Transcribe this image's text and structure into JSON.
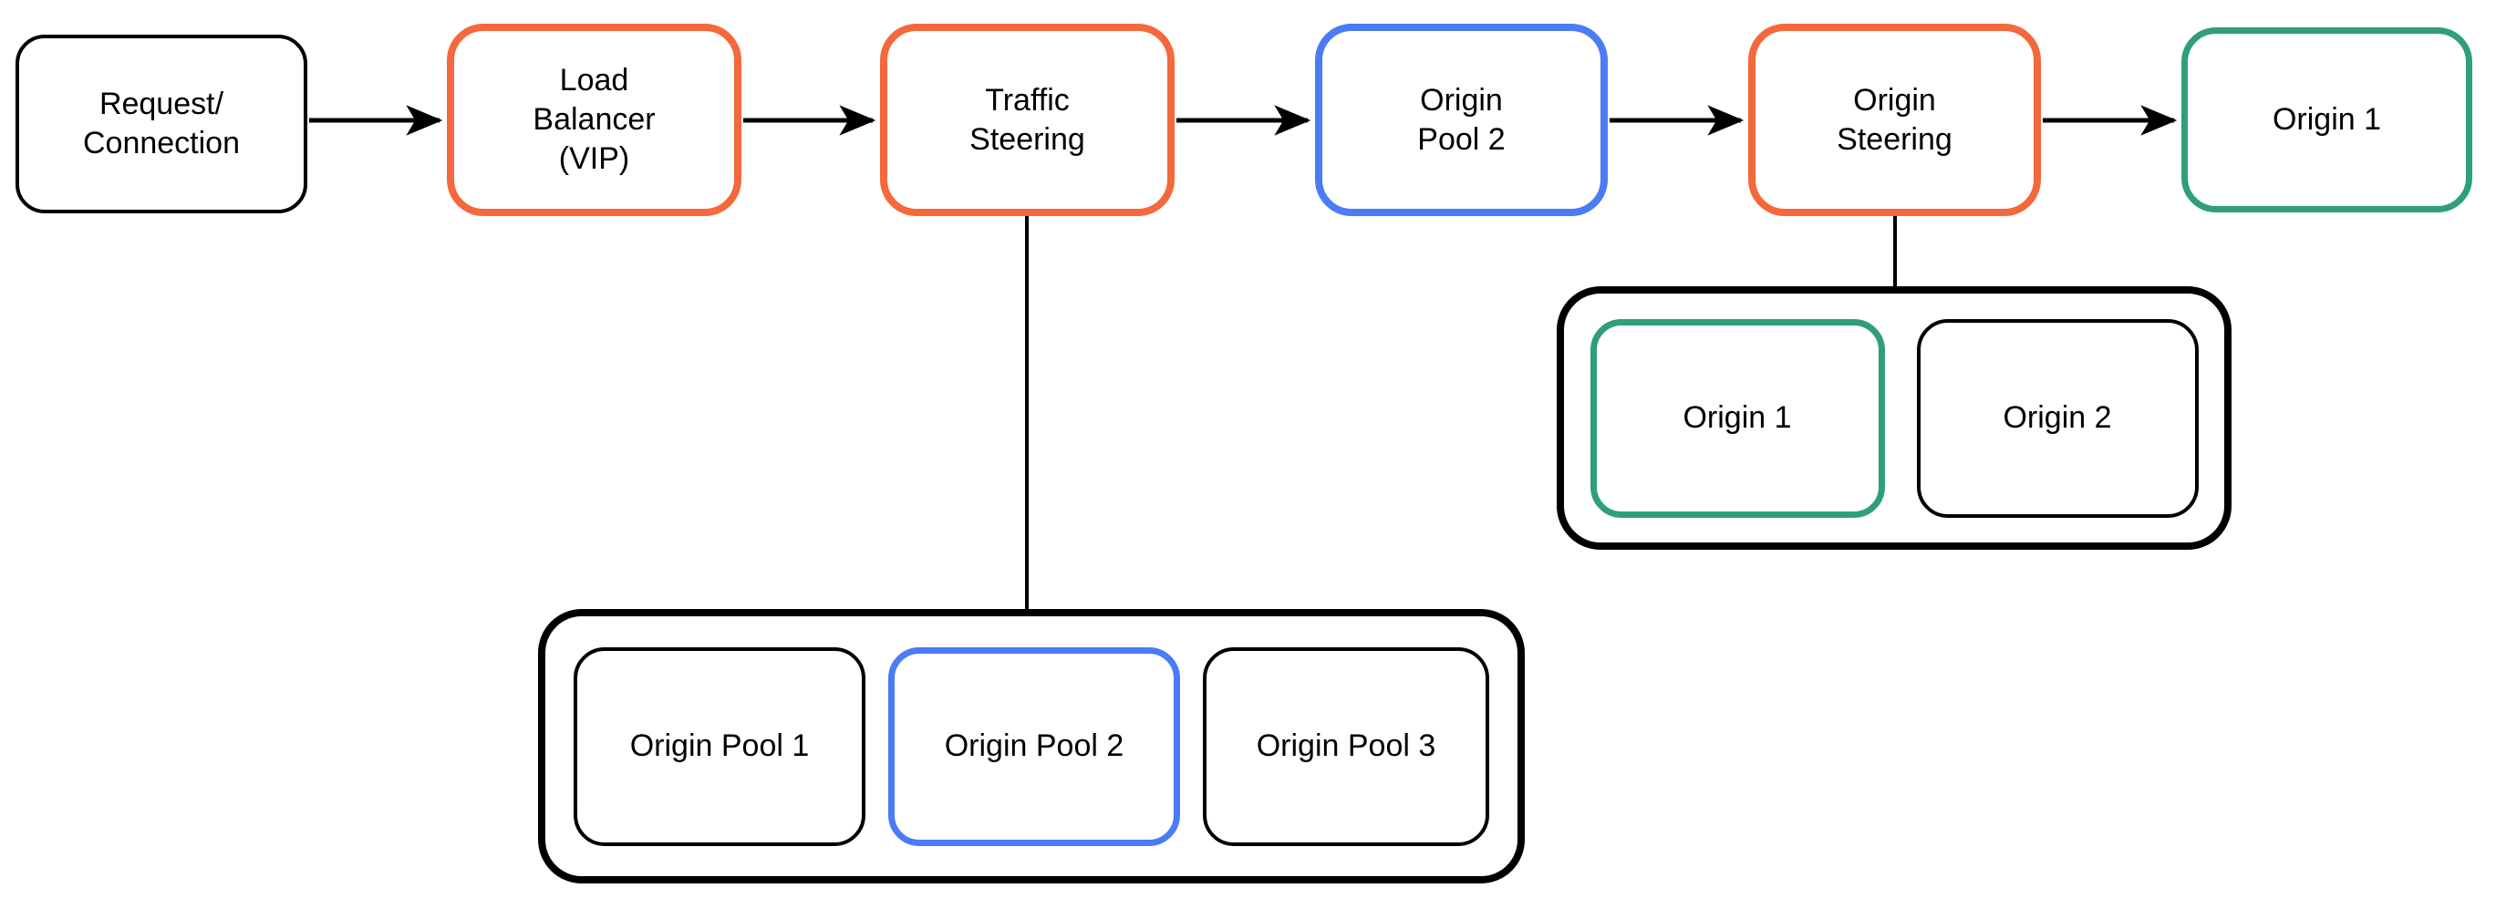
{
  "colors": {
    "accent_orange": "#f4683c",
    "accent_blue": "#4b7bf5",
    "accent_green": "#2f9e7d",
    "line_black": "#000000",
    "background": "#ffffff"
  },
  "nodes": {
    "request_connection": {
      "label": "Request/\nConnection"
    },
    "load_balancer": {
      "label": "Load\nBalancer\n(VIP)"
    },
    "traffic_steering": {
      "label": "Traffic\nSteering"
    },
    "origin_pool_2_selected": {
      "label": "Origin\nPool 2"
    },
    "origin_steering": {
      "label": "Origin\nSteering"
    },
    "origin_1_selected": {
      "label": "Origin 1"
    }
  },
  "origin_pools_group": {
    "items": [
      {
        "label": "Origin\nPool 1",
        "highlight": "none"
      },
      {
        "label": "Origin\nPool 2",
        "highlight": "blue"
      },
      {
        "label": "Origin\nPool 3",
        "highlight": "none"
      }
    ]
  },
  "origins_group": {
    "items": [
      {
        "label": "Origin 1",
        "highlight": "green"
      },
      {
        "label": "Origin 2",
        "highlight": "none"
      }
    ]
  }
}
